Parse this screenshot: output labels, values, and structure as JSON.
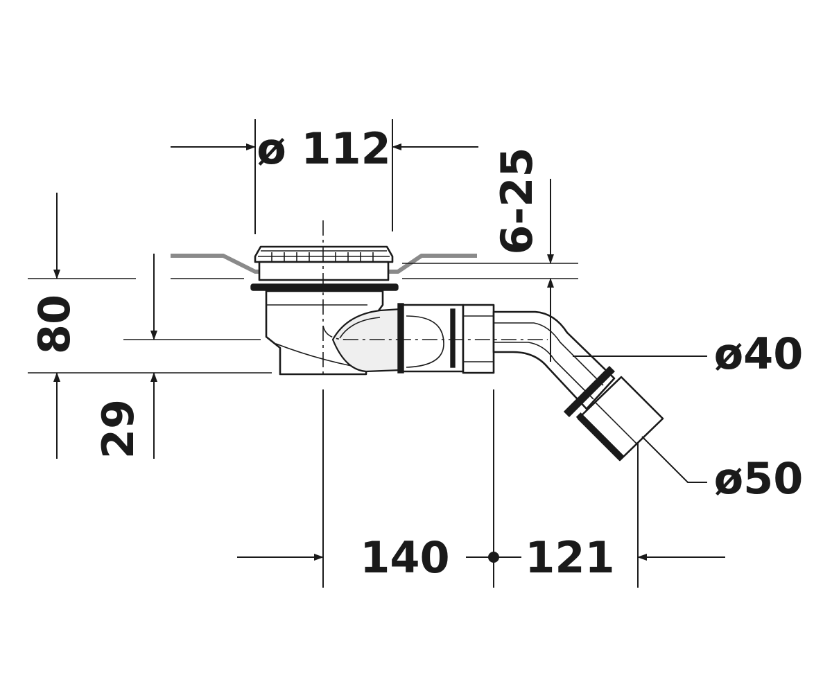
{
  "dimensions": {
    "grate_diameter": "ø 112",
    "adjust_range": "6-25",
    "total_height": "80",
    "outlet_height": "29",
    "outlet_diameter_inner": "ø40",
    "outlet_diameter_outer": "ø50",
    "offset_first": "140",
    "offset_second": "121"
  },
  "colors": {
    "ink": "#1a1a1a",
    "floor": "#8a8a8a"
  }
}
